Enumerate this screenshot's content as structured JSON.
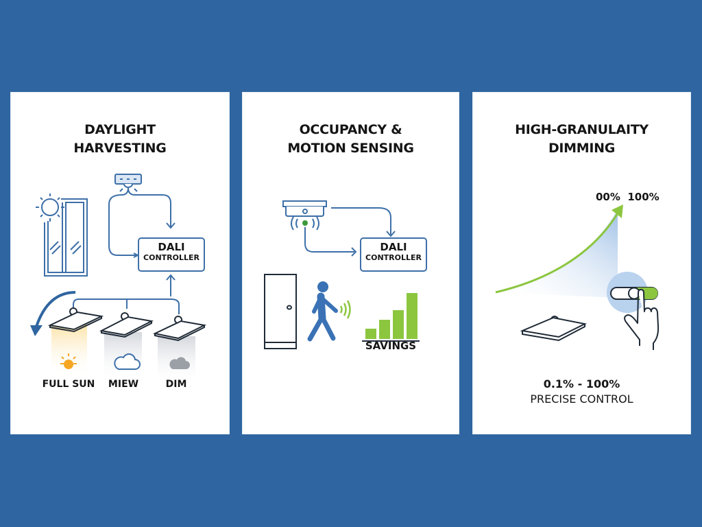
{
  "colors": {
    "background": "#2f65a0",
    "panel": "#ffffff",
    "line_blue": "#3d6fa8",
    "accent_green": "#8cc63f",
    "sun_orange": "#f5a623",
    "text": "#151515"
  },
  "panels": [
    {
      "title_line1": "DAYLIGHT",
      "title_line2": "HARVESTING",
      "controller": {
        "line1": "DALI",
        "line2": "CONTROLLER"
      },
      "icons": [
        "sun-icon",
        "window-icon",
        "light-sensor-icon",
        "curved-arrow-icon",
        "ceiling-light-icon",
        "cloud-icon"
      ],
      "fixtures": [
        {
          "label": "FULL SUN",
          "condition_icon": "sun-icon"
        },
        {
          "label": "MIEW",
          "condition_icon": "cloud-outline-icon"
        },
        {
          "label": "DIM",
          "condition_icon": "cloud-filled-icon"
        }
      ]
    },
    {
      "title_line1": "OCCUPANCY &",
      "title_line2": "MOTION SENSING",
      "controller": {
        "line1": "DALI",
        "line2": "CONTROLLER"
      },
      "icons": [
        "motion-sensor-icon",
        "door-icon",
        "walking-person-icon",
        "signal-waves-icon",
        "bar-chart-icon"
      ],
      "savings_label": "SAVINGS",
      "savings_bars": [
        1,
        2,
        3,
        5
      ]
    },
    {
      "title_line1": "HIGH-GRANULAITY",
      "title_line2": "DIMMING",
      "curve_label": "00%  100%",
      "range_label": "0.1% - 100%",
      "range_caption": "PRECISE CONTROL",
      "icons": [
        "growth-curve-arrow-icon",
        "ceiling-light-icon",
        "toggle-switch-icon",
        "pointing-hand-icon"
      ]
    }
  ]
}
